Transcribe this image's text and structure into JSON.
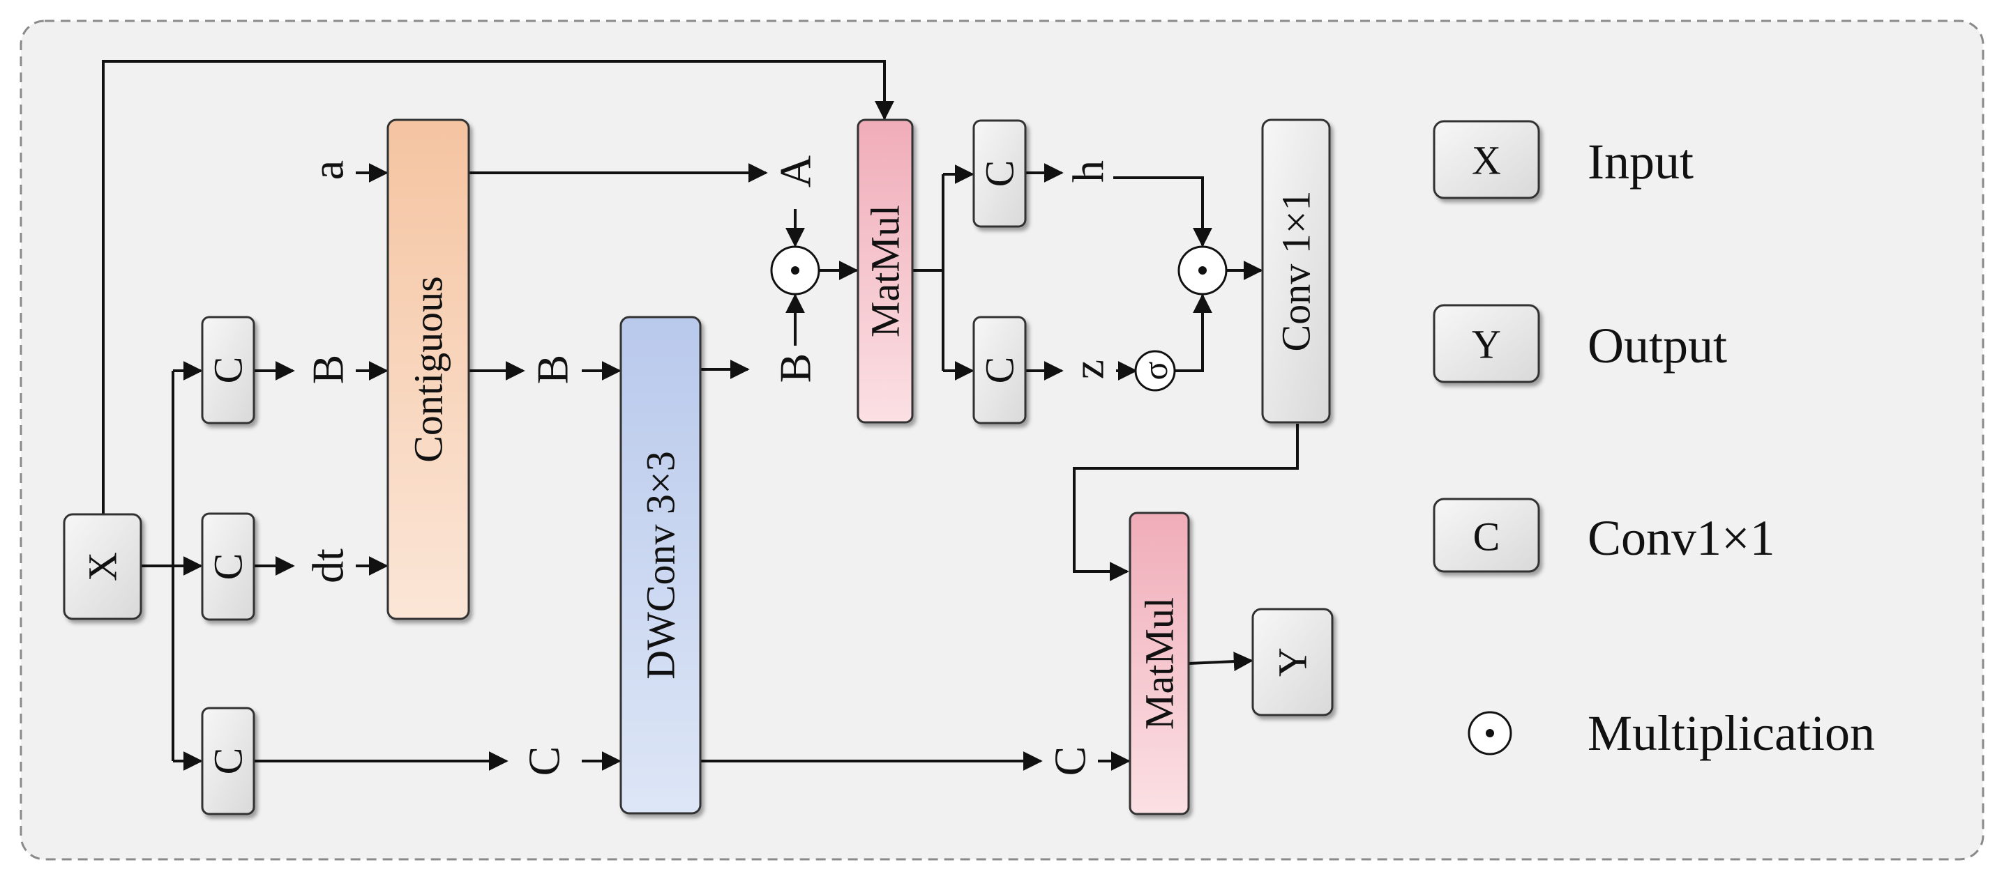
{
  "nodes": {
    "input_x": "X",
    "conv_b": "C",
    "conv_dt": "C",
    "conv_c": "C",
    "contiguous": "Contiguous",
    "dwconv": "DWConv 3×3",
    "matmul_top": "MatMul",
    "conv_h": "C",
    "conv_z": "C",
    "conv_out": "Conv 1×1",
    "matmul_bottom": "MatMul",
    "output_y": "Y"
  },
  "labels": {
    "a": "a",
    "b_in": "B",
    "dt": "dt",
    "b_mid": "B",
    "b_dw": "B",
    "A": "A",
    "h": "h",
    "z": "z",
    "sigma": "σ",
    "c_in": "C",
    "c_out": "C",
    "mult_symbol": "⊙"
  },
  "legend": [
    {
      "symbol": "X",
      "text": "Input",
      "kind": "box"
    },
    {
      "symbol": "Y",
      "text": "Output",
      "kind": "box"
    },
    {
      "symbol": "C",
      "text": "Conv1×1",
      "kind": "box"
    },
    {
      "symbol": "⊙",
      "text": "Multiplication",
      "kind": "circle"
    }
  ],
  "colors": {
    "background": "#f1f1f1",
    "box_gray": "#e4e4e4",
    "contiguous": "#f6c8a6",
    "dwconv": "#c4d2ee",
    "matmul": "#f1b9c2"
  }
}
